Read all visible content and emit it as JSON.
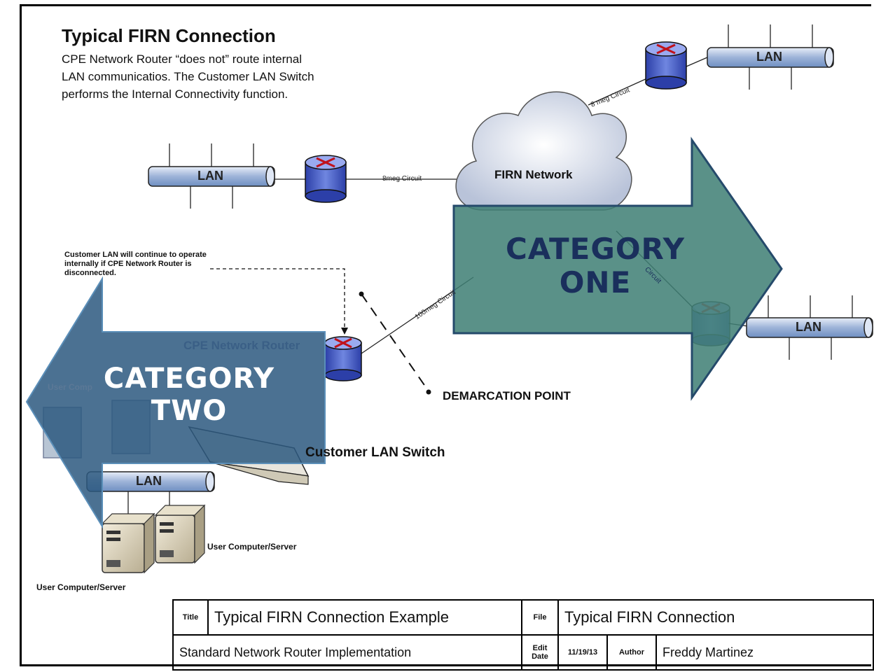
{
  "header": {
    "title": "Typical FIRN Connection",
    "description": "CPE Network Router “does not” route internal LAN communicatios.  The Customer LAN Switch performs the Internal Connectivity function."
  },
  "nodes": {
    "lan_left": "LAN",
    "lan_top_right": "LAN",
    "lan_right": "LAN",
    "lan_bottom": "LAN",
    "firn_network": "FIRN Network",
    "cpe_router": "CPE Network Router",
    "customer_switch": "Customer LAN Switch",
    "user_comp_a": "User Computer/Server",
    "user_comp_b": "User Computer/Server",
    "user_comp_faded": "User Comp",
    "demarcation": "DEMARCATION POINT"
  },
  "circuits": {
    "left": "8meg Circuit",
    "top_right": "8 meg Circuit",
    "cpe": "100meg Circuit",
    "right": "Circuit"
  },
  "note": "Customer LAN will continue to operate internally if CPE Network Router is disconnected.",
  "overlays": {
    "category_one_line1": "CATEGORY",
    "category_one_line2": "ONE",
    "category_two_line1": "CATEGORY",
    "category_two_line2": "TWO",
    "category_one_color": "#3f7f74",
    "category_two_color": "#2d5a80"
  },
  "title_block": {
    "title_key": "Title",
    "title_value": "Typical FIRN Connection Example",
    "file_key": "File",
    "file_value": "Typical FIRN Connection",
    "subtitle": "Standard Network Router Implementation",
    "edit_date_key": "Edit Date",
    "edit_date_value": "11/19/13",
    "author_key": "Author",
    "author_value": "Freddy Martinez"
  }
}
